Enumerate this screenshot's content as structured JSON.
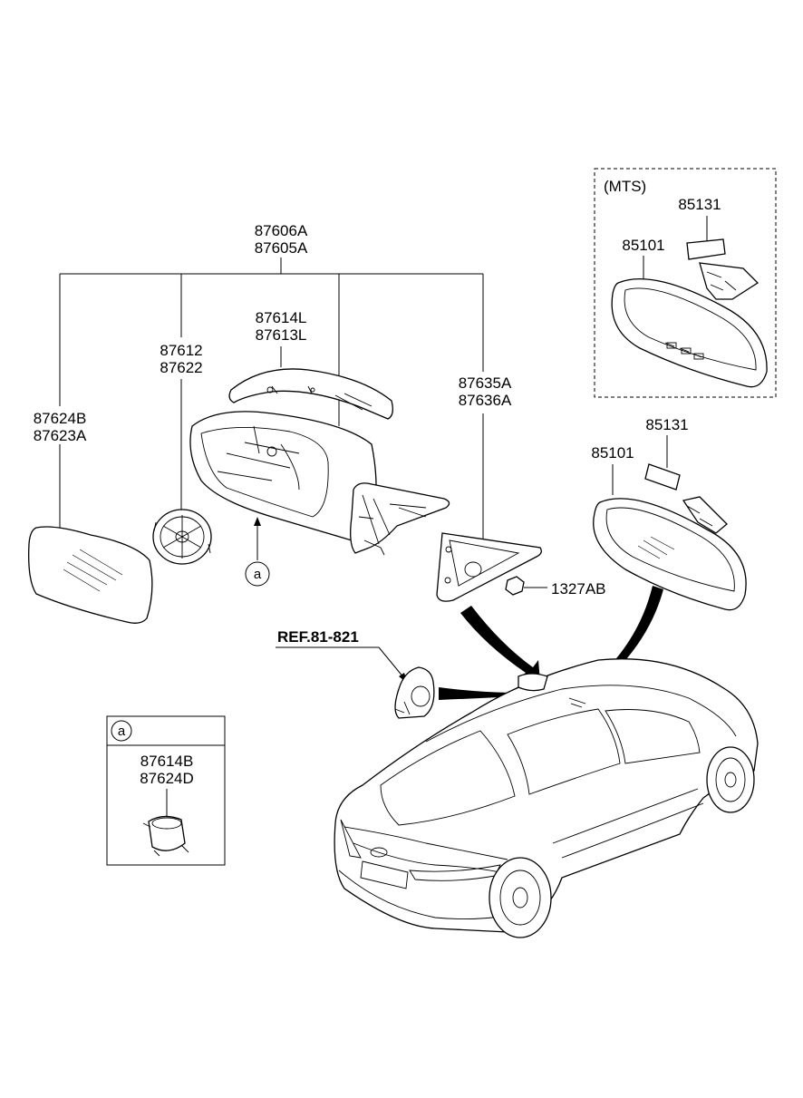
{
  "labels": {
    "mirror_assy_upper": "87606A",
    "mirror_assy_lower": "87605A",
    "cover_upper": "87614L",
    "cover_lower": "87613L",
    "actuator_upper": "87612",
    "actuator_lower": "87622",
    "glass_upper": "87624B",
    "glass_lower": "87623A",
    "triangle_upper": "87635A",
    "triangle_lower": "87636A",
    "nut": "1327AB",
    "ref": "REF.81-821",
    "circle_a": "a",
    "mts_title": "(MTS)",
    "mts_cover": "85131",
    "mts_mirror": "85101",
    "inside_cover": "85131",
    "inside_mirror": "85101",
    "detail_a_tag": "a",
    "detail_upper": "87614B",
    "detail_lower": "87624D"
  }
}
